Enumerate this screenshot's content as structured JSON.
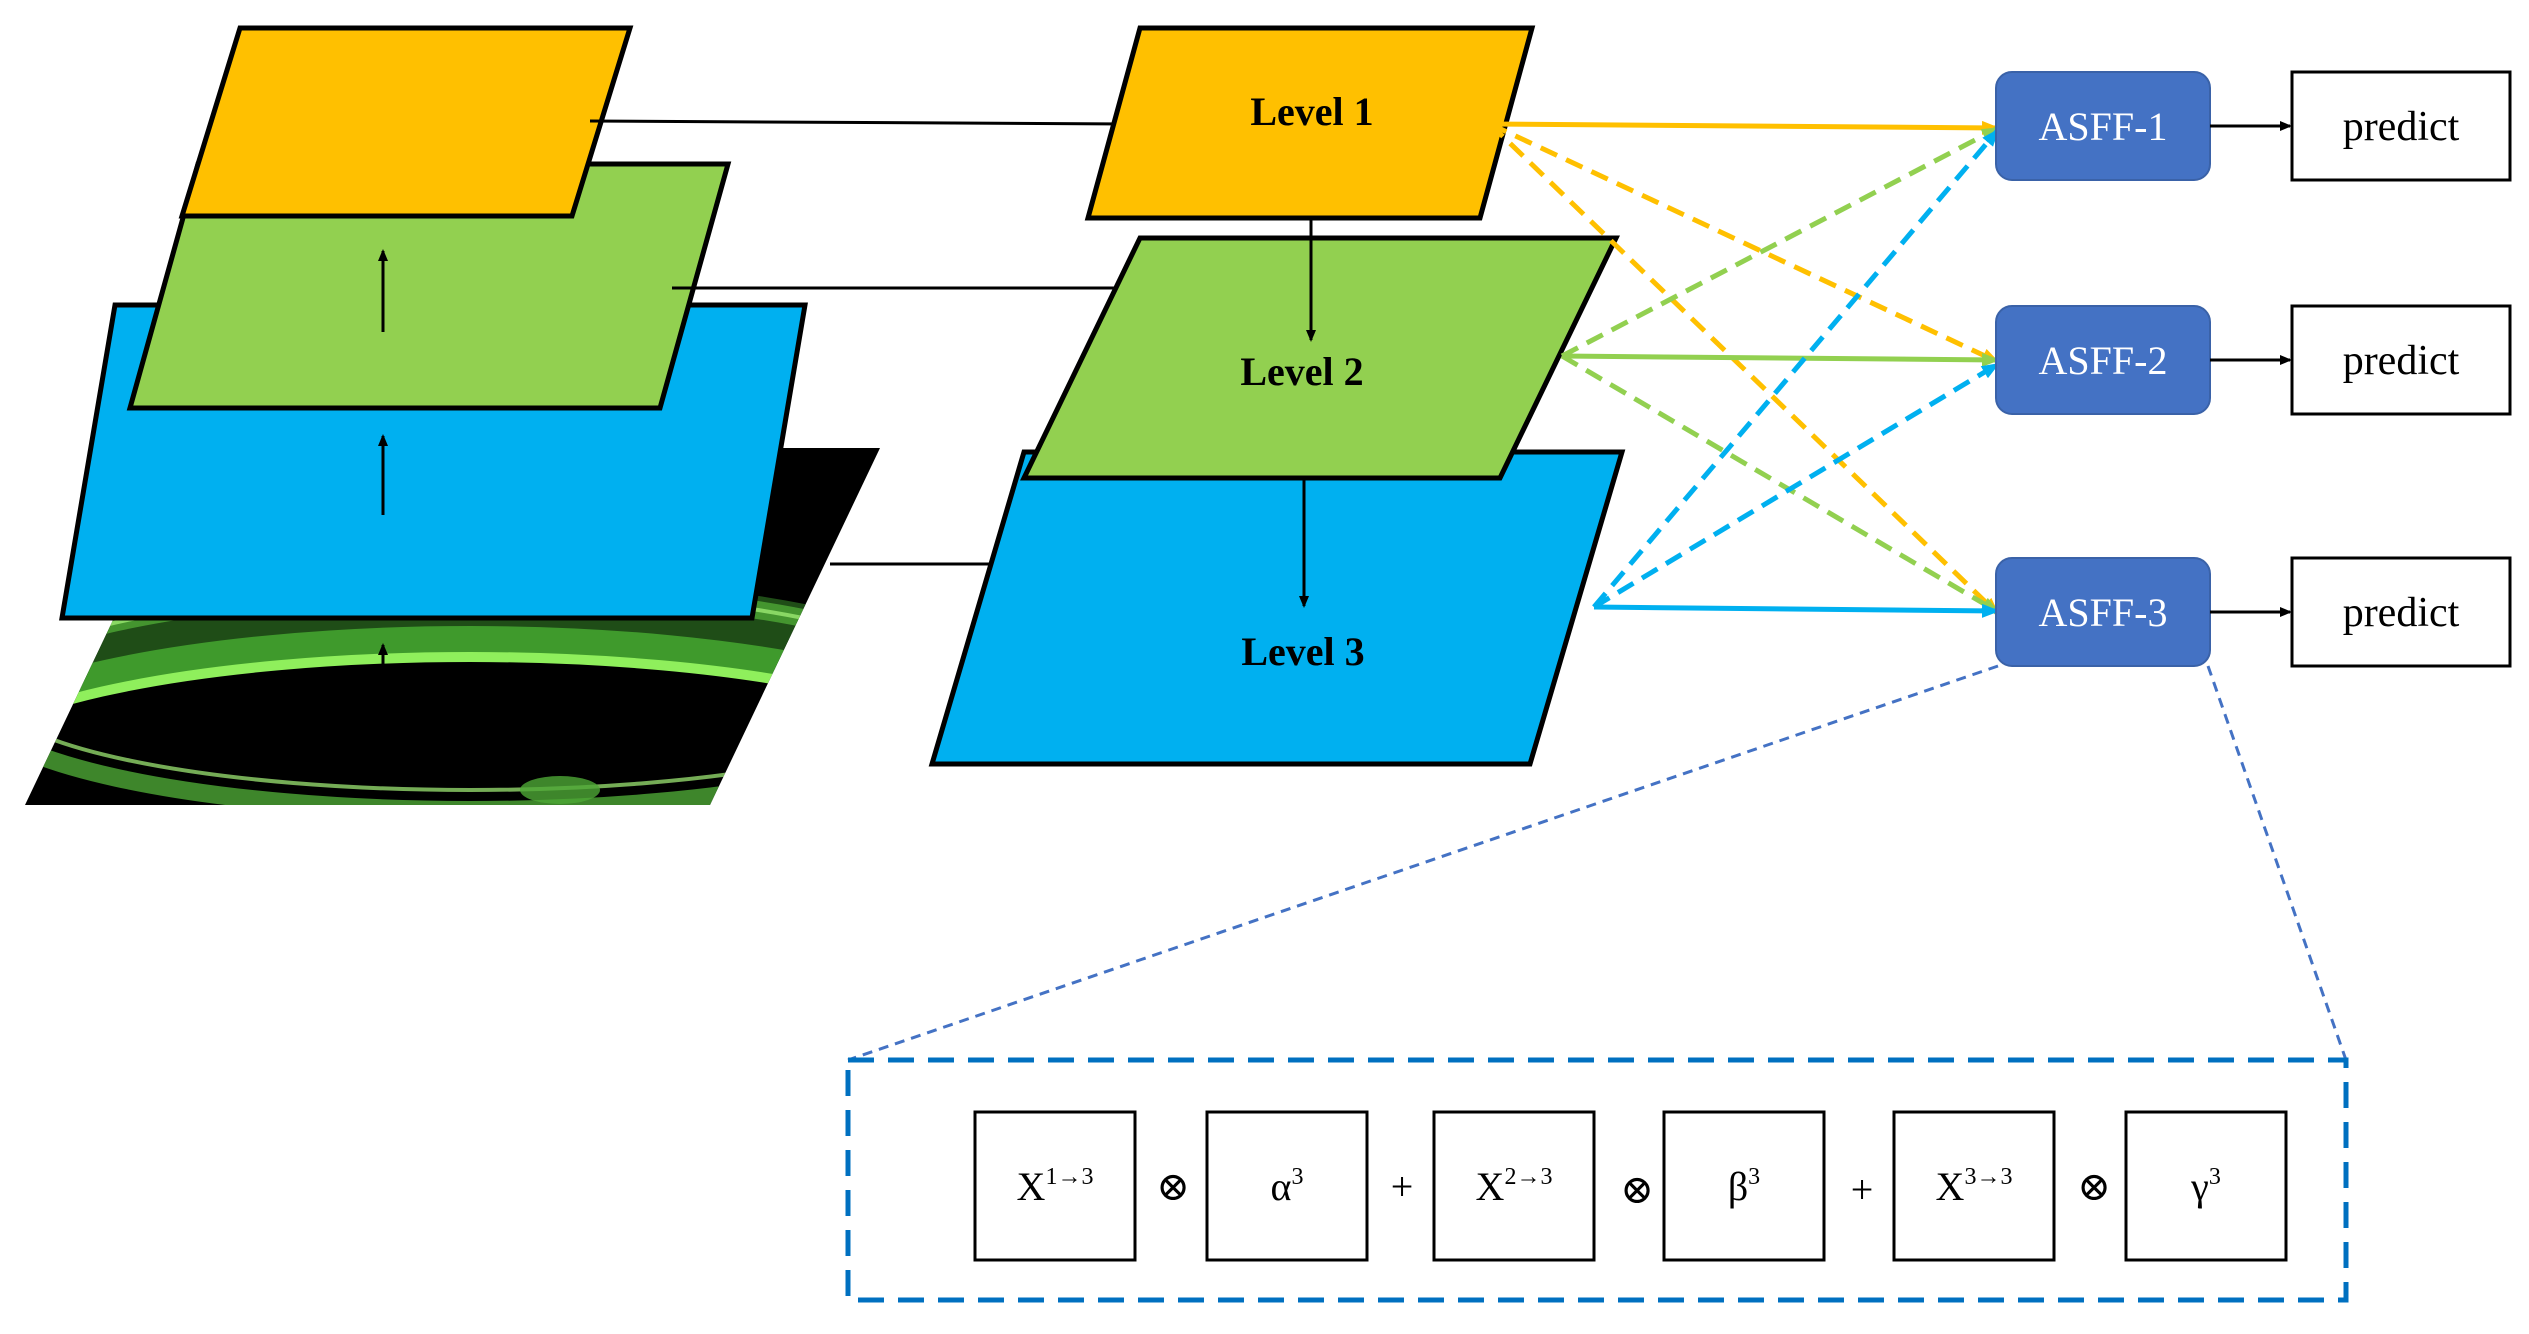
{
  "colors": {
    "level1": "#FFC000",
    "level2": "#92D050",
    "level3": "#00B0F0",
    "asff": "#4472C4",
    "zoom_dash": "#4472C4",
    "formula_border": "#0070C0"
  },
  "levels": [
    {
      "label": "Level 1"
    },
    {
      "label": "Level 2"
    },
    {
      "label": "Level 3"
    }
  ],
  "asff_blocks": [
    {
      "label": "ASFF-1"
    },
    {
      "label": "ASFF-2"
    },
    {
      "label": "ASFF-3"
    }
  ],
  "predict_blocks": [
    {
      "label": "predict"
    },
    {
      "label": "predict"
    },
    {
      "label": "predict"
    }
  ],
  "formula": {
    "terms": [
      {
        "base": "X",
        "sup": "1→3"
      },
      {
        "base": "α",
        "sup": "3"
      },
      {
        "base": "X",
        "sup": "2→3"
      },
      {
        "base": "β",
        "sup": "3"
      },
      {
        "base": "X",
        "sup": "3→3"
      },
      {
        "base": "γ",
        "sup": "3"
      }
    ],
    "ops": [
      "⊗",
      "+",
      "⊗",
      "+",
      "⊗"
    ]
  },
  "input_image": {
    "description_icon": "green-ring-photo"
  }
}
